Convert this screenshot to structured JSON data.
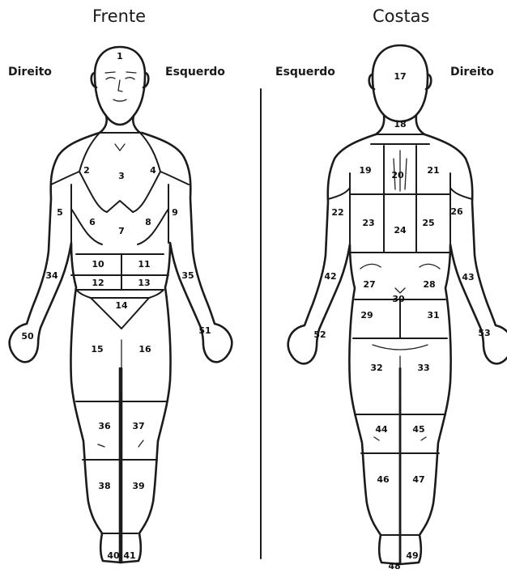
{
  "titles": {
    "front": "Frente",
    "back": "Costas"
  },
  "sides": {
    "front_right": "Direito",
    "front_left": "Esquerdo",
    "back_left": "Esquerdo",
    "back_right": "Direito"
  },
  "front_regions": [
    "1",
    "2",
    "3",
    "4",
    "5",
    "6",
    "7",
    "8",
    "9",
    "10",
    "11",
    "12",
    "13",
    "14",
    "15",
    "16",
    "34",
    "35",
    "36",
    "37",
    "38",
    "39",
    "40",
    "41",
    "50",
    "51"
  ],
  "back_regions": [
    "17",
    "18",
    "19",
    "20",
    "21",
    "22",
    "23",
    "24",
    "25",
    "26",
    "27",
    "28",
    "29",
    "30",
    "31",
    "32",
    "33",
    "42",
    "43",
    "44",
    "45",
    "46",
    "47",
    "48",
    "49",
    "52",
    "53"
  ]
}
